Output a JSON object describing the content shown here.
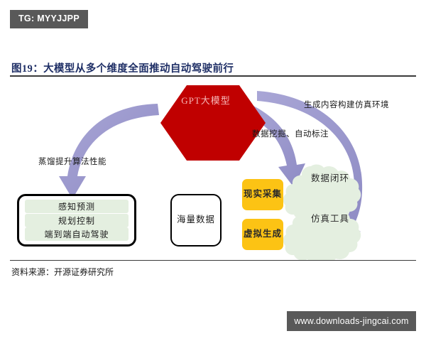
{
  "badge": {
    "text": "TG: MYYJJPP"
  },
  "figure": {
    "title": "图19：大模型从多个维度全面推动自动驾驶前行",
    "source": "资料来源：开源证券研究所"
  },
  "diagram": {
    "hexagon": {
      "label": "GPT大模型",
      "fill": "#C00000",
      "text_color": "#F6B8B8"
    },
    "arrow_labels": {
      "distillation": "蒸馏提升算法性能",
      "data_mining": "数据挖掘、自动标注",
      "simulation": "生成内容构建仿真环境"
    },
    "left_box": {
      "items": [
        {
          "label": "感知预测"
        },
        {
          "label": "规划控制"
        },
        {
          "label": "端到端自动驾驶"
        }
      ],
      "item_fill": "#E4EFE0"
    },
    "center_box": {
      "label": "海量数据"
    },
    "orange_boxes": [
      {
        "label": "现实采集",
        "fill": "#FCC314"
      },
      {
        "label": "虚拟生成",
        "fill": "#FCC314"
      }
    ],
    "clouds": [
      {
        "label": "数据闭环",
        "fill": "#E4EFE0"
      },
      {
        "label": "仿真工具",
        "fill": "#E4EFE0"
      }
    ],
    "arrow_color": "#9A97CE",
    "chevron_color": "#DDEBEE"
  },
  "watermark": {
    "text": "www.downloads-jingcai.com"
  }
}
